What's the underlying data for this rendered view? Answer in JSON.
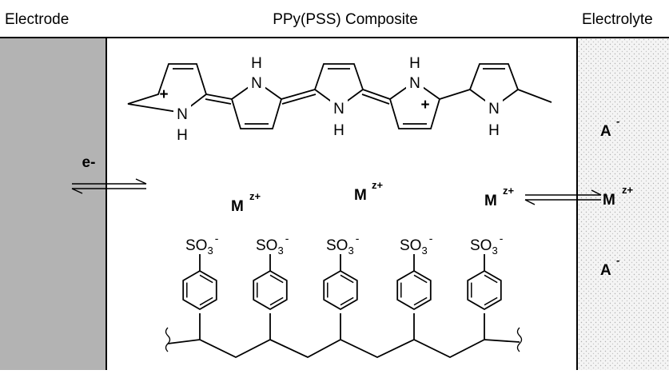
{
  "headers": {
    "electrode": "Electrode",
    "composite": "PPy(PSS) Composite",
    "electrolyte": "Electrolyte"
  },
  "colors": {
    "electrode_fill": "#b3b3b3",
    "electrolyte_fill": "#f2f2f2",
    "line": "#000000"
  },
  "electron_label": "e-",
  "ppy": {
    "nh_label": "N",
    "h_label": "H",
    "plus": "+"
  },
  "cations": {
    "symbol": "M",
    "charge": "z+"
  },
  "anions": {
    "symbol": "A",
    "charge": "-"
  },
  "pss": {
    "group": "SO",
    "subscript": "3",
    "charge": "-"
  }
}
